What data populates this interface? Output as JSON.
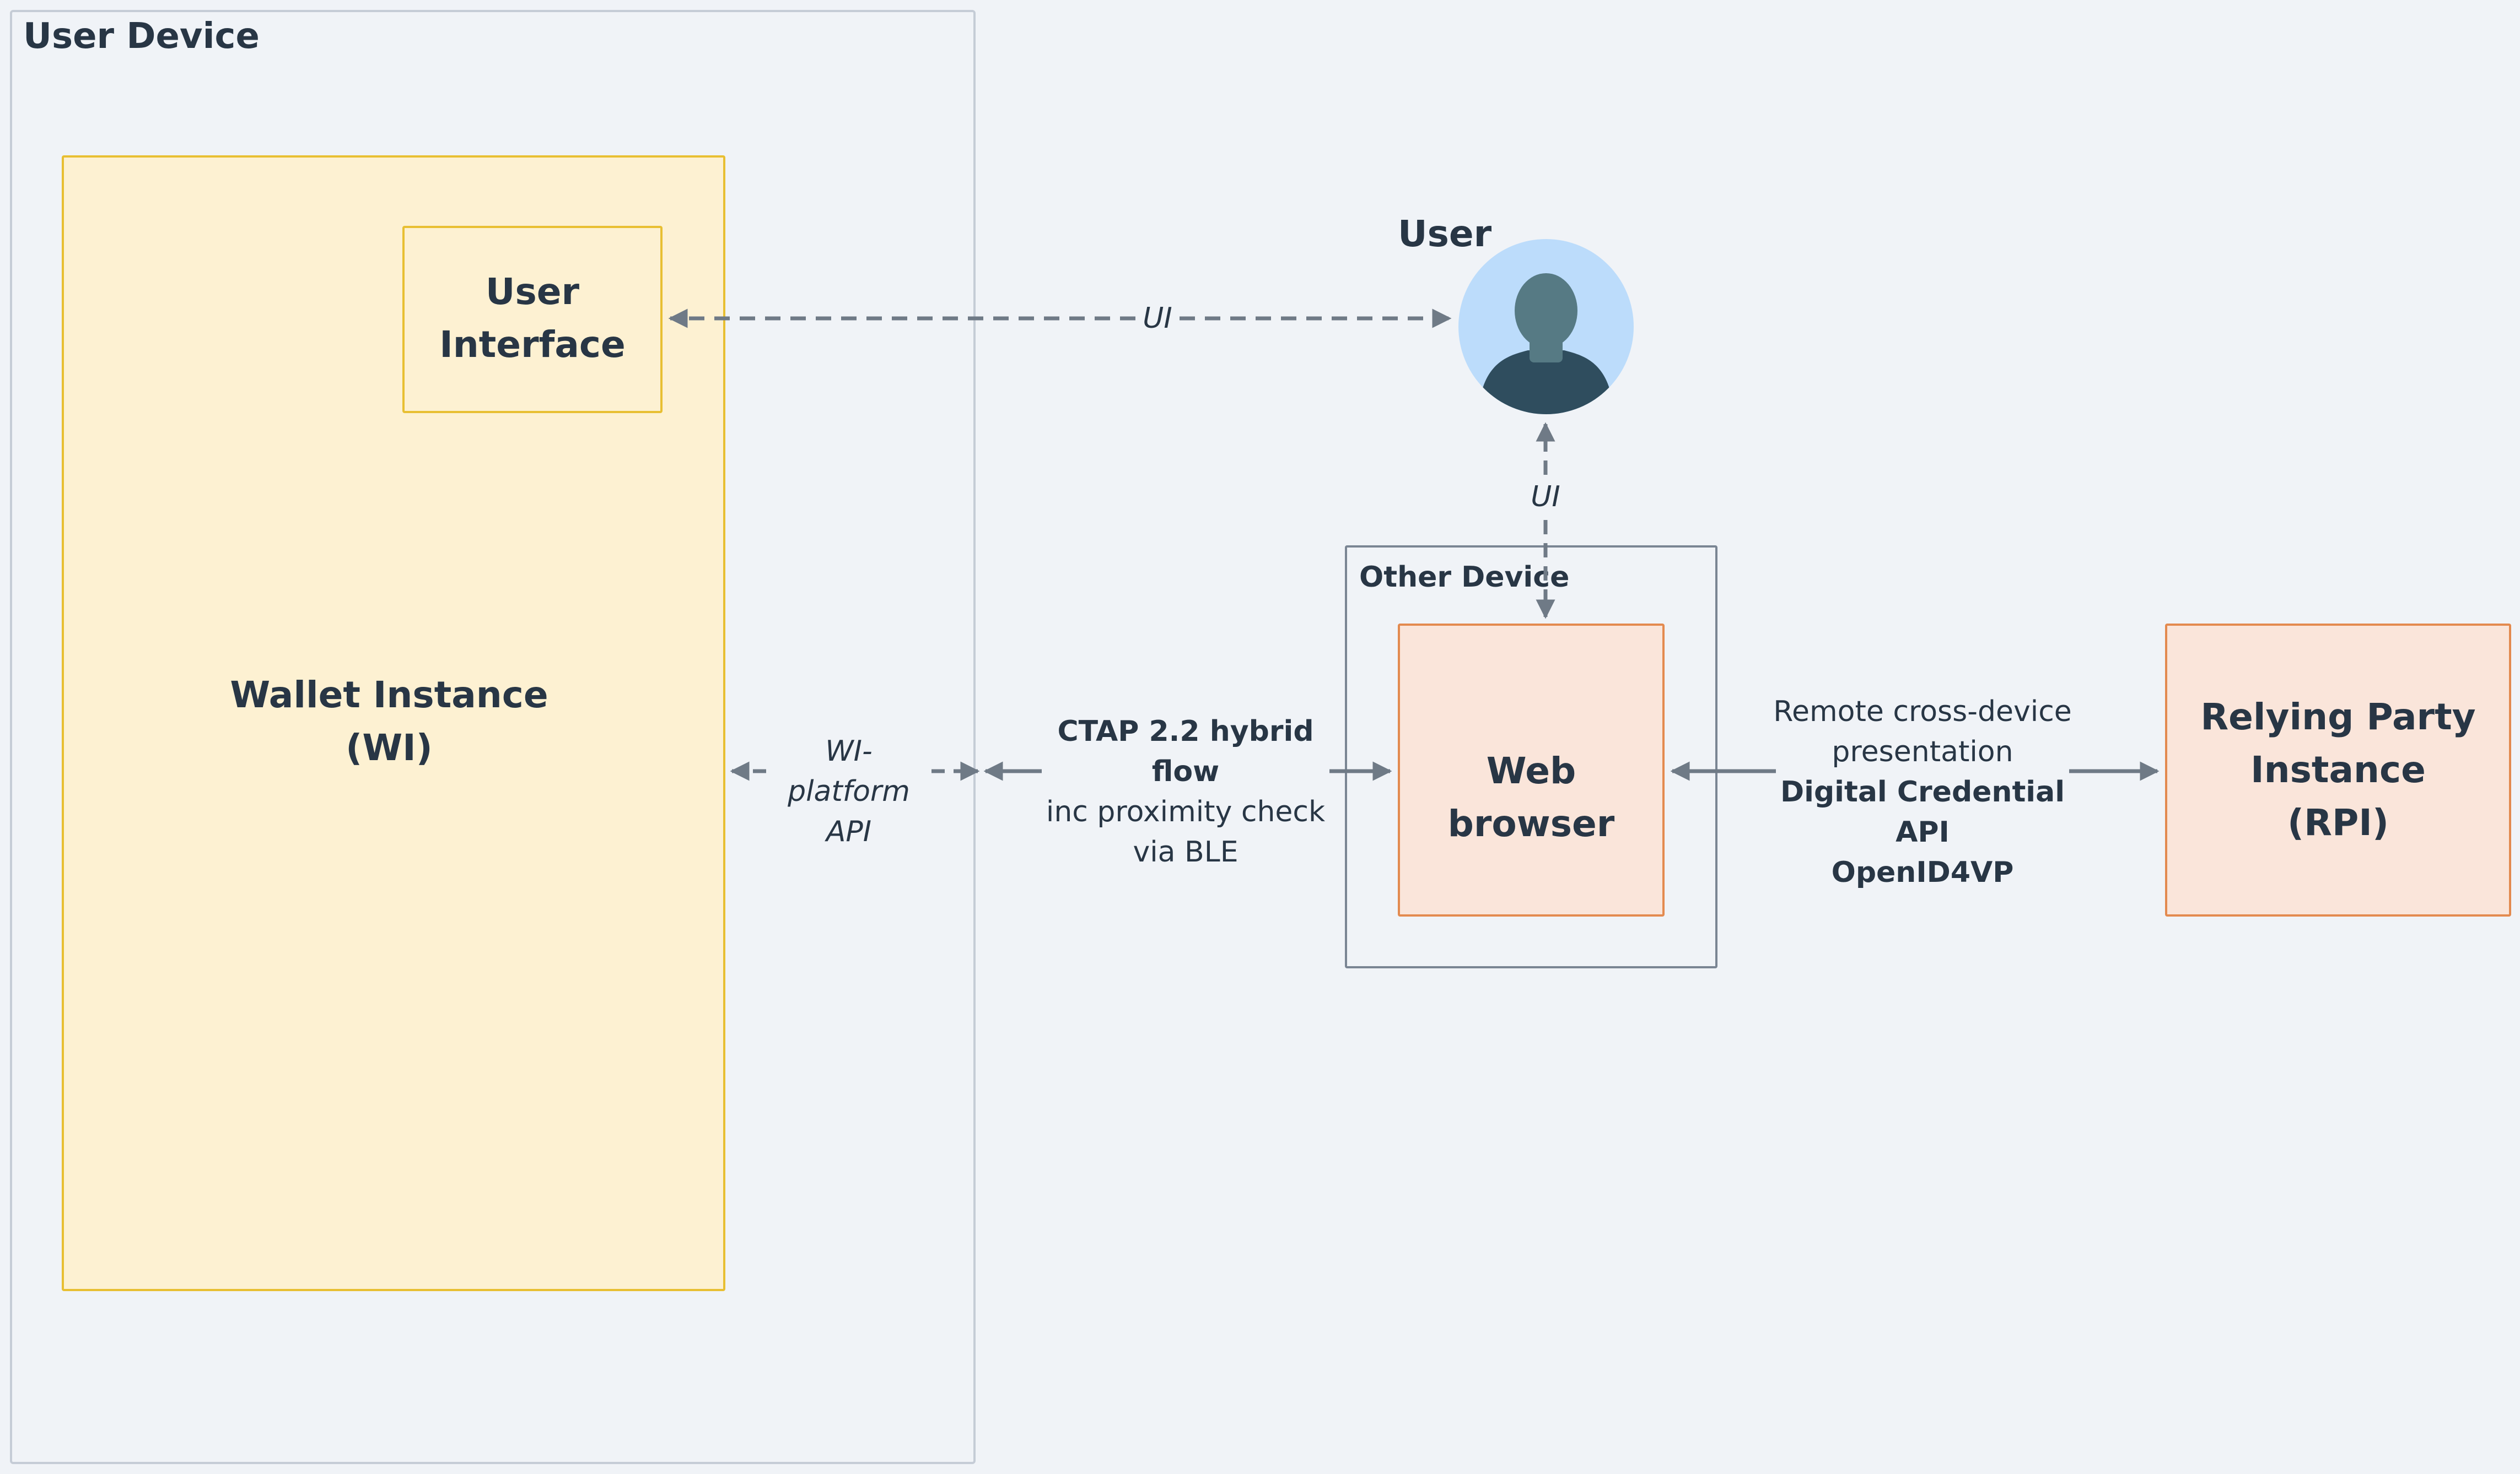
{
  "groups": {
    "user_device": "User Device",
    "other_device": "Other Device"
  },
  "nodes": {
    "wallet_instance": [
      "Wallet Instance",
      "(WI)"
    ],
    "user_interface": [
      "User",
      "Interface"
    ],
    "user": "User",
    "web_browser": "Web browser",
    "relying_party": [
      "Relying Party",
      "Instance",
      "(RPI)"
    ]
  },
  "edges": {
    "ui_horizontal": "UI",
    "ui_vertical": "UI",
    "wi_platform": [
      "WI-platform",
      "API"
    ],
    "ctap": [
      "CTAP 2.2 hybrid flow",
      "inc proximity check",
      "via BLE"
    ],
    "remote": [
      "Remote cross-device",
      "presentation",
      "Digital Credential API",
      "OpenID4VP"
    ]
  },
  "colors": {
    "background": "#f0f3f7",
    "group_border": "#c5ccd6",
    "other_device_border": "#7a8593",
    "wallet_fill": "#fdf1d2",
    "wallet_border": "#e8bf32",
    "browser_fill": "#fae5da",
    "browser_border": "#e38a4f",
    "connector": "#6f7a86",
    "avatar_bg": "#bcdcfb",
    "avatar_head": "#567a84",
    "avatar_body": "#2f4d5e",
    "text": "#283645"
  },
  "icons": {
    "user_avatar": "user-avatar-icon"
  }
}
